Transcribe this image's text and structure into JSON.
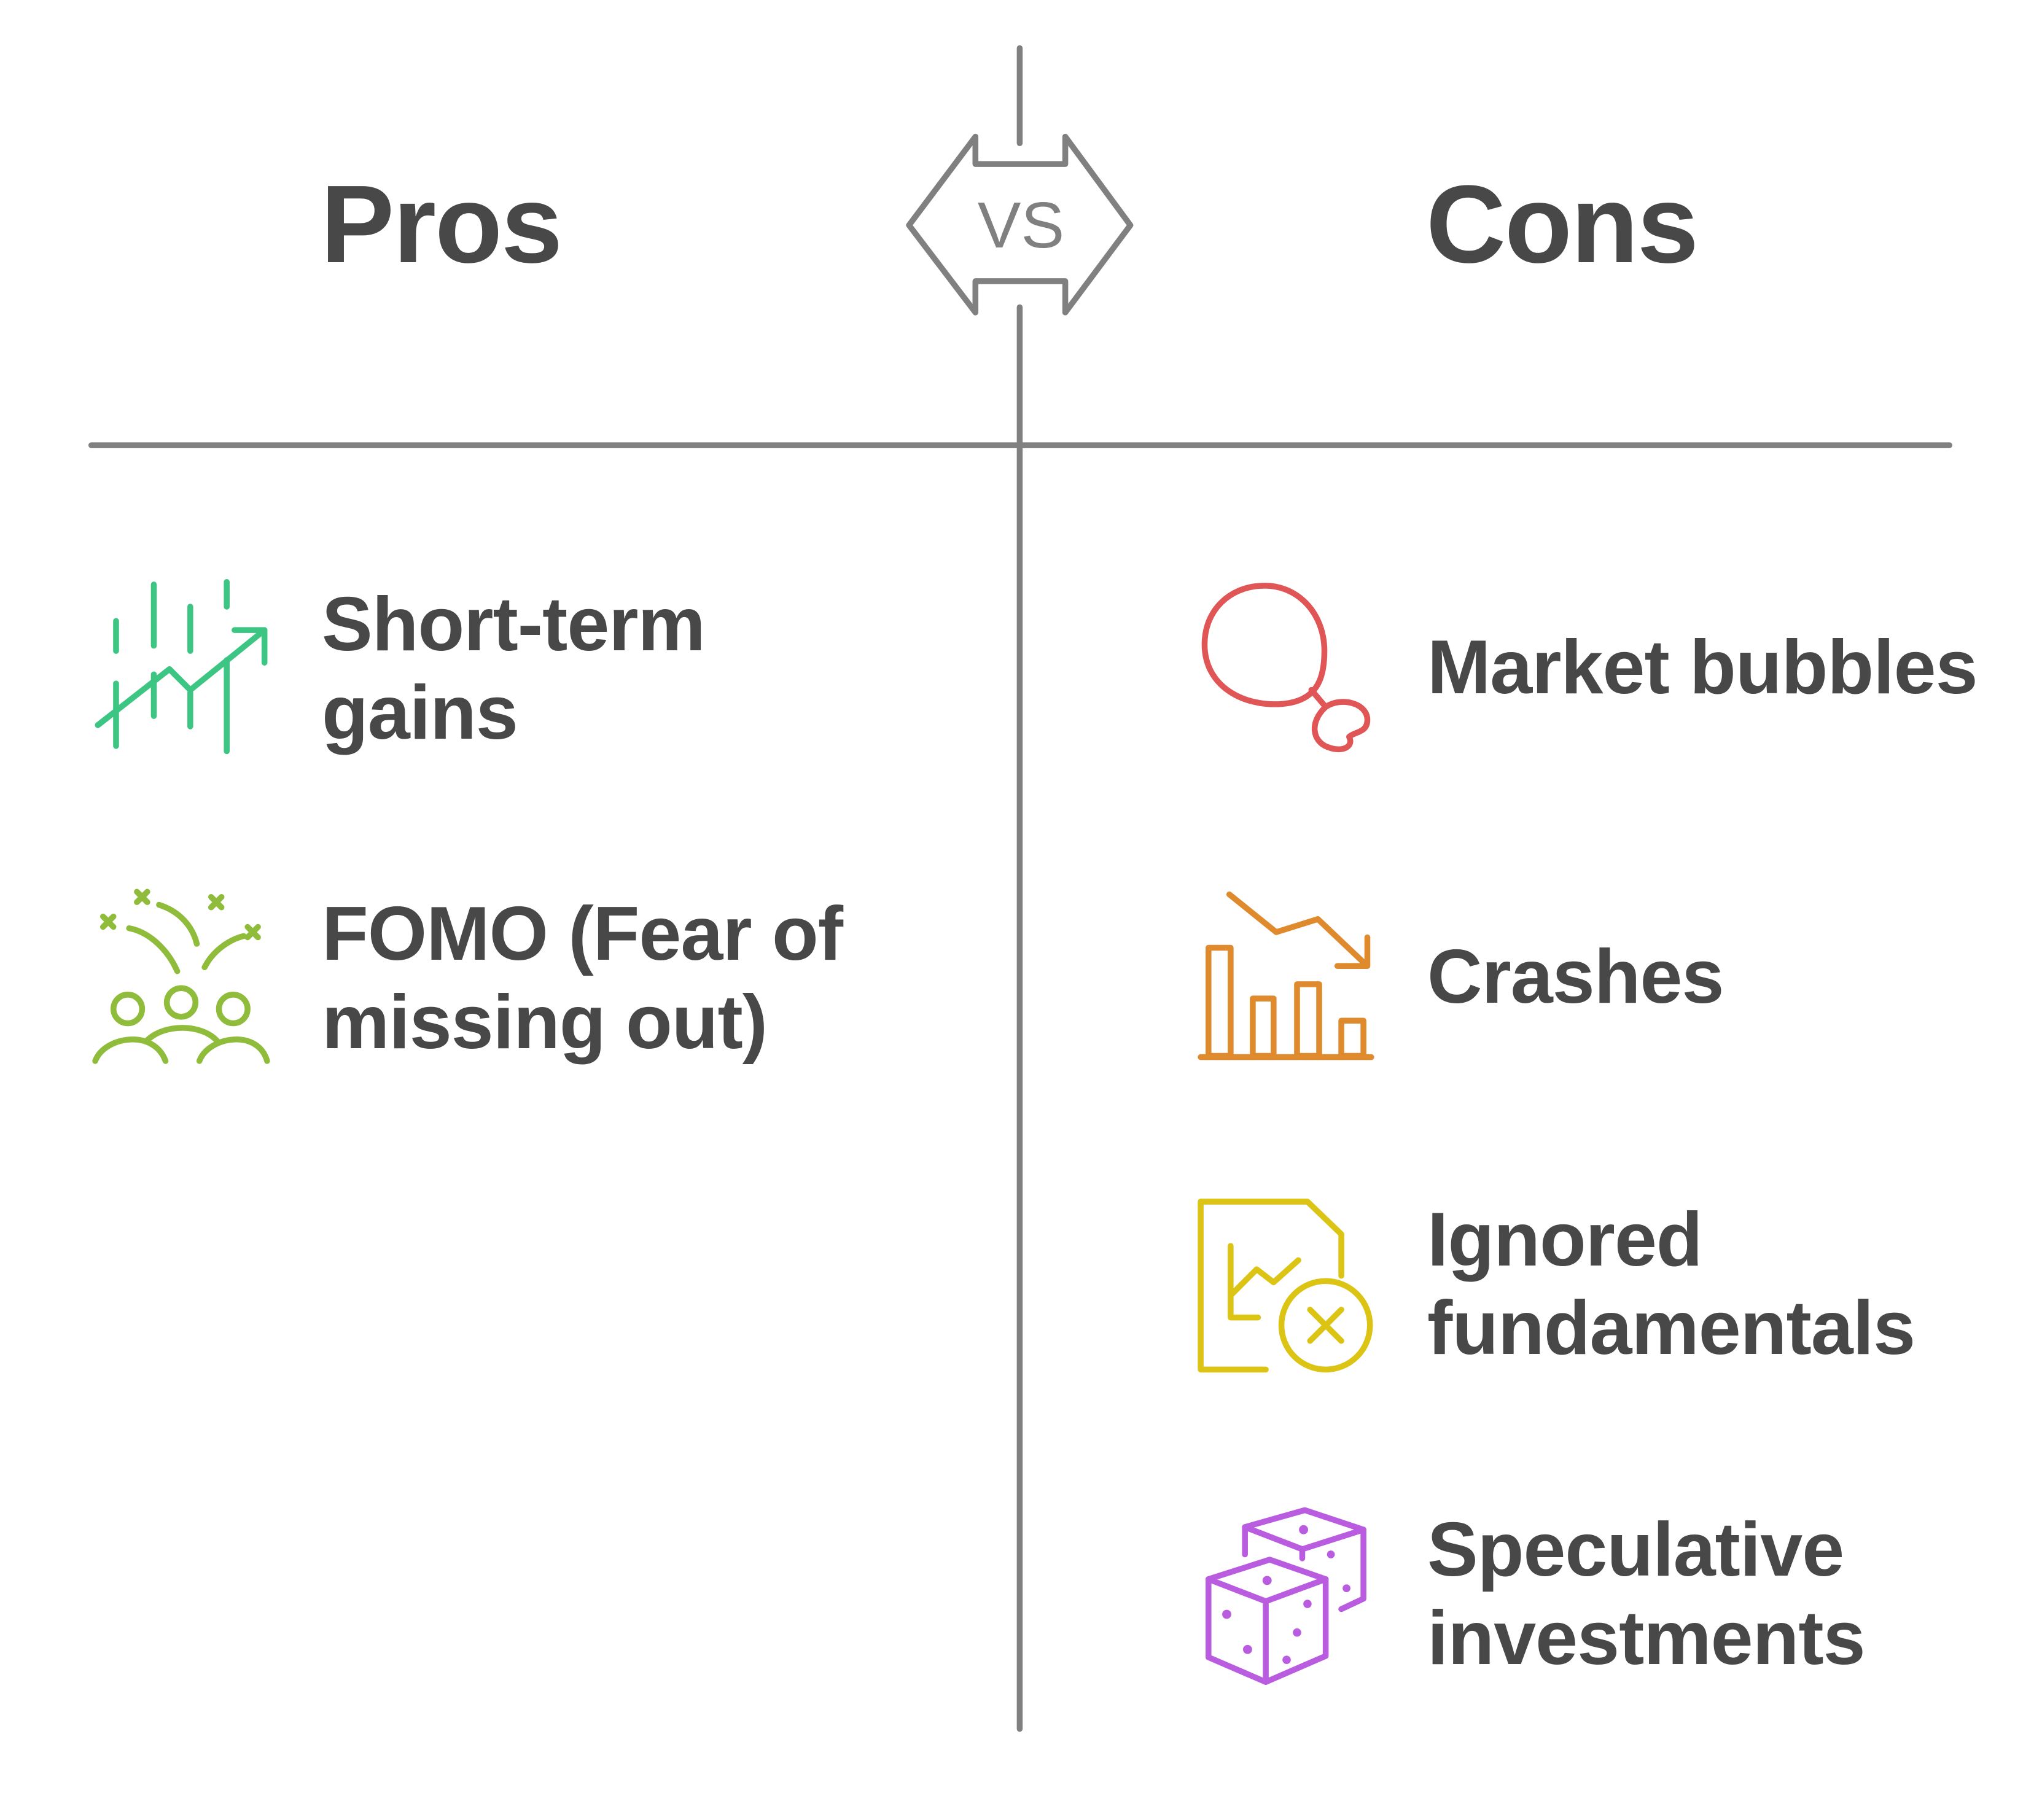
{
  "pros": {
    "title": "Pros",
    "items": [
      {
        "icon": "trending-up-chart-icon",
        "color": "#3DC583",
        "lines": [
          "Short-term",
          "gains"
        ]
      },
      {
        "icon": "crowd-celebration-icon",
        "color": "#8FBC3B",
        "lines": [
          "FOMO (Fear of",
          "missing out)"
        ]
      }
    ]
  },
  "divider": {
    "label": "VS",
    "color": "#808080"
  },
  "cons": {
    "title": "Cons",
    "items": [
      {
        "icon": "balloon-icon",
        "color": "#E05555",
        "lines": [
          "Market bubbles"
        ]
      },
      {
        "icon": "falling-bar-chart-icon",
        "color": "#E08A2E",
        "lines": [
          "Crashes"
        ]
      },
      {
        "icon": "document-chart-cancel-icon",
        "color": "#DCC415",
        "lines": [
          "Ignored",
          "fundamentals"
        ]
      },
      {
        "icon": "dice-icon",
        "color": "#B95CE0",
        "lines": [
          "Speculative",
          "investments"
        ]
      }
    ]
  }
}
